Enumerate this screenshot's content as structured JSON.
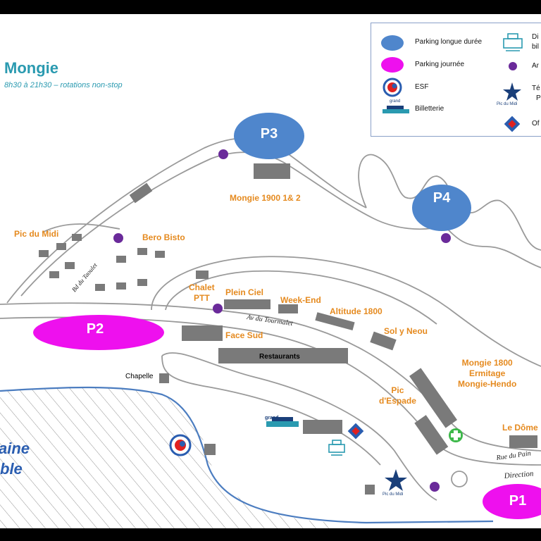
{
  "title": "Mongie",
  "subtitle": "8h30 à 21h30 – rotations non-stop",
  "legend": {
    "items": [
      {
        "label": "Parking longue durée"
      },
      {
        "label": "Parking journée"
      },
      {
        "label": "ESF"
      },
      {
        "label": "Billetterie"
      },
      {
        "label": "Di"
      },
      {
        "label": "bil"
      },
      {
        "label": "Ar"
      },
      {
        "label": "Té"
      },
      {
        "label": "P"
      },
      {
        "label": "Of"
      }
    ],
    "pic_logo_text": "Pic du Midi",
    "grand_logo_text": "grand"
  },
  "parkings": [
    {
      "label": "P1",
      "type": "journee"
    },
    {
      "label": "P2",
      "type": "journee"
    },
    {
      "label": "P3",
      "type": "longue"
    },
    {
      "label": "P4",
      "type": "longue"
    }
  ],
  "places": {
    "pic_du_midi": "Pic du Midi",
    "bero_bisto": "Bero Bisto",
    "mongie_1900": "Mongie 1900 1& 2",
    "chalet_ptt": "Chalet\nPTT",
    "plein_ciel": "Plein Ciel",
    "week_end": "Week-End",
    "altitude_1800": "Altitude 1800",
    "sol_y_neou": "Sol y Neou",
    "face_sud": "Face Sud",
    "mongie_1800": "Mongie 1800\nErmitage\nMongie-Hendo",
    "pic_espade": "Pic\nd'Espade",
    "le_dome": "Le Dôme",
    "restaurants": "Restaurants",
    "chapelle": "Chapelle"
  },
  "roads": {
    "bd_taoulet": "Bd du Taoulet",
    "av_tourmalet": "Av du Tourmalet",
    "rue_du_pain": "Rue du Pain",
    "direction": "Direction"
  },
  "area": {
    "line1": "aine",
    "line2": "ble"
  },
  "colors": {
    "parking_longue": "#4f86cc",
    "parking_journee": "#ee10ee",
    "arret": "#6a2a9a",
    "label_orange": "#e58a1f",
    "road": "#9a9a9a",
    "building": "#7a7a7a",
    "title": "#2a9ab0",
    "area_blue": "#3e74bd"
  }
}
